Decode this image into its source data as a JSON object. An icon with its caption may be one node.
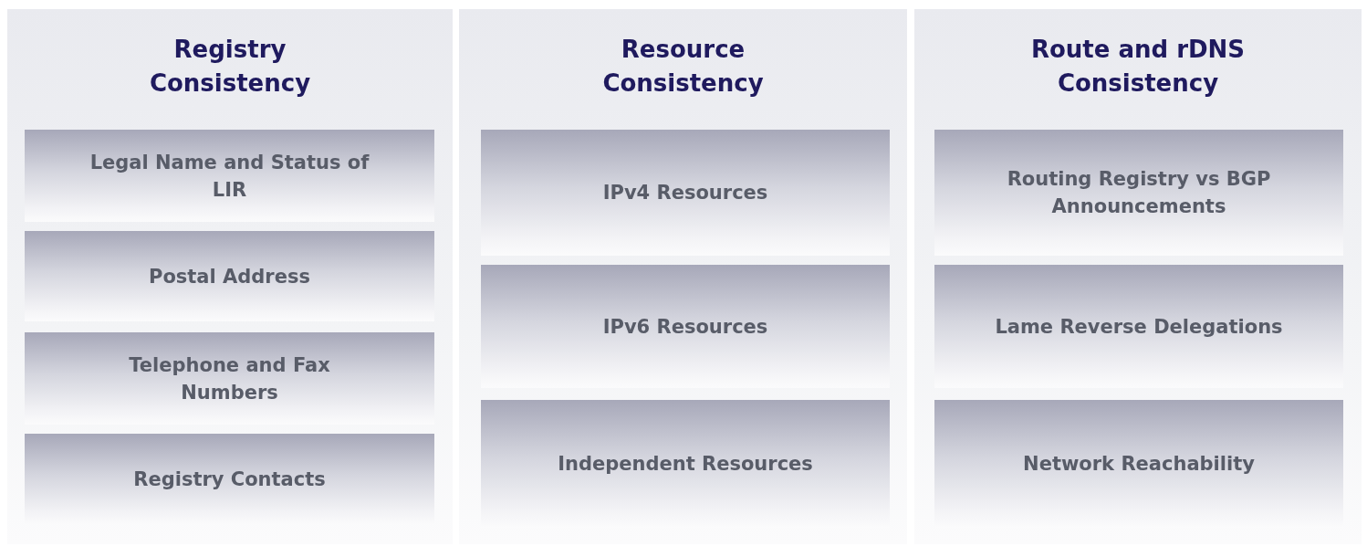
{
  "diagram": {
    "nodes": [
      {
        "text": [
          "Registry Consistency"
        ]
      },
      {
        "text": [
          "Legal Name and Status of LIR"
        ],
        "in": 0
      },
      {
        "text": [
          "Postal Address"
        ],
        "in": 0
      },
      {
        "text": [
          "Telephone and Fax Numbers"
        ],
        "in": 0
      },
      {
        "text": [
          "Registry Contacts"
        ],
        "in": 0
      },
      {
        "text": [
          "Resource Consistency"
        ]
      },
      {
        "text": [
          "IPv4 Resources"
        ],
        "in": 5
      },
      {
        "text": [
          "IPv6 Resources"
        ],
        "in": 5
      },
      {
        "text": [
          "Independent Resources"
        ],
        "in": 5
      },
      {
        "text": [
          "Route and rDNS Consistency"
        ]
      },
      {
        "text": [
          "Routing Registry vs BGP Announcements"
        ],
        "in": 9
      },
      {
        "text": [
          "Lame Reverse Delegations"
        ],
        "in": 9
      },
      {
        "text": [
          "Network Reachability"
        ],
        "in": 9
      }
    ]
  }
}
